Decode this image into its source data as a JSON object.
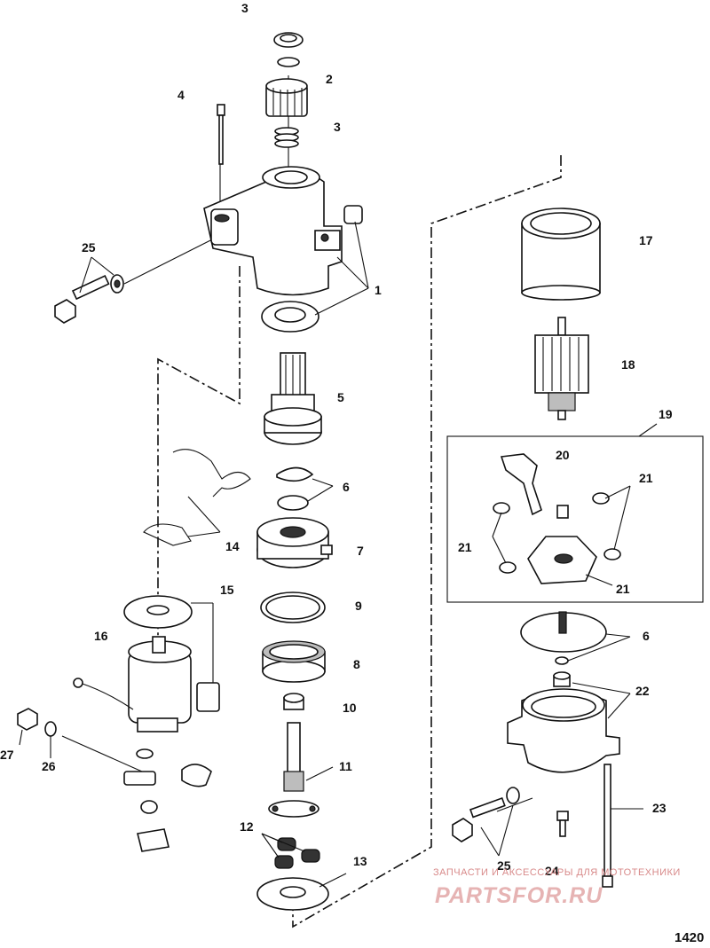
{
  "labels": {
    "p1": "1",
    "p2": "2",
    "p3a": "3",
    "p3b": "3",
    "p4": "4",
    "p5": "5",
    "p6a": "6",
    "p6b": "6",
    "p7": "7",
    "p8": "8",
    "p9": "9",
    "p10": "10",
    "p11": "11",
    "p12": "12",
    "p13": "13",
    "p14": "14",
    "p15": "15",
    "p16": "16",
    "p17": "17",
    "p18": "18",
    "p19": "19",
    "p20": "20",
    "p21a": "21",
    "p21b": "21",
    "p21c": "21",
    "p22": "22",
    "p23": "23",
    "p24": "24",
    "p25a": "25",
    "p25b": "25",
    "p26": "26",
    "p27": "27"
  },
  "figure_number": "1420",
  "watermark": {
    "line1": "ЗАПЧАСТИ И АКСЕССУАРЫ ДЛЯ МОТОТЕХНИКИ",
    "line2": "PARTSFOR.RU"
  },
  "colors": {
    "line": "#111111",
    "watermark": "#e6b3b3",
    "background": "#ffffff"
  }
}
